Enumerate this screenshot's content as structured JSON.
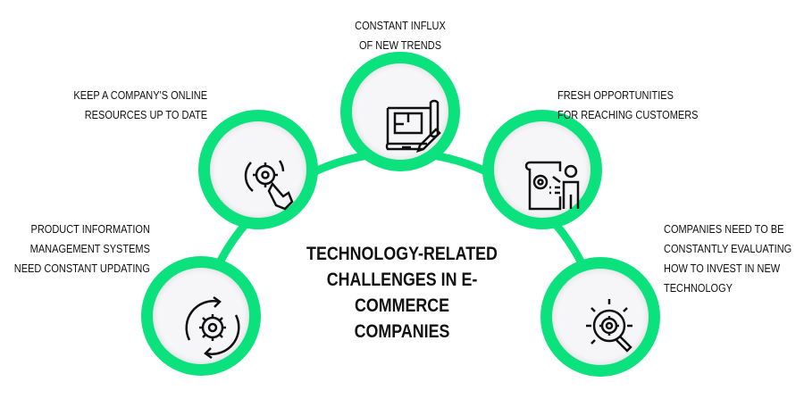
{
  "title": [
    "TECHNOLOGY-RELATED",
    "CHALLENGES IN E-COMMERCE",
    "COMPANIES"
  ],
  "accent": "#0be27e",
  "nodes": [
    {
      "icon": "refresh-gear-icon",
      "label": [
        "PRODUCT INFORMATION",
        "MANAGEMENT SYSTEMS",
        "NEED CONSTANT UPDATING"
      ]
    },
    {
      "icon": "hand-tap-gear-icon",
      "label": [
        "KEEP A COMPANY'S ONLINE",
        "RESOURCES UP TO DATE"
      ]
    },
    {
      "icon": "blueprint-pencil-icon",
      "label": [
        "CONSTANT INFLUX",
        "OF NEW TRENDS"
      ]
    },
    {
      "icon": "presenter-gear-icon",
      "label": [
        "FRESH OPPORTUNITIES",
        "FOR REACHING CUSTOMERS"
      ]
    },
    {
      "icon": "lightbulb-gear-icon",
      "label": [
        "COMPANIES NEED TO BE",
        "CONSTANTLY EVALUATING",
        "HOW TO INVEST IN NEW",
        "TECHNOLOGY"
      ]
    }
  ]
}
